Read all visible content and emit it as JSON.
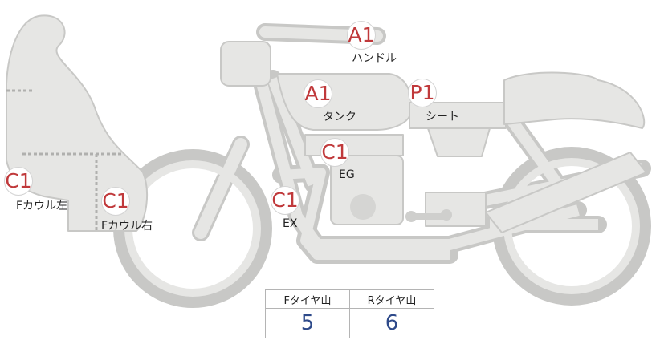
{
  "colors": {
    "body_fill": "#e6e6e4",
    "outline": "#c8c8c6",
    "badge_text": "#c0393b",
    "value_text": "#2e4a8a"
  },
  "parts": {
    "handle": {
      "grade": "A1",
      "label": "ハンドル"
    },
    "tank": {
      "grade": "A1",
      "label": "タンク"
    },
    "seat": {
      "grade": "P1",
      "label": "シート"
    },
    "engine": {
      "grade": "C1",
      "label": "EG"
    },
    "exhaust": {
      "grade": "C1",
      "label": "EX"
    },
    "cowl_left": {
      "grade": "C1",
      "label": "Fカウル左"
    },
    "cowl_right": {
      "grade": "C1",
      "label": "Fカウル右"
    }
  },
  "tire_table": {
    "headers": [
      "Fタイヤ山",
      "Rタイヤ山"
    ],
    "values": [
      "5",
      "6"
    ]
  }
}
